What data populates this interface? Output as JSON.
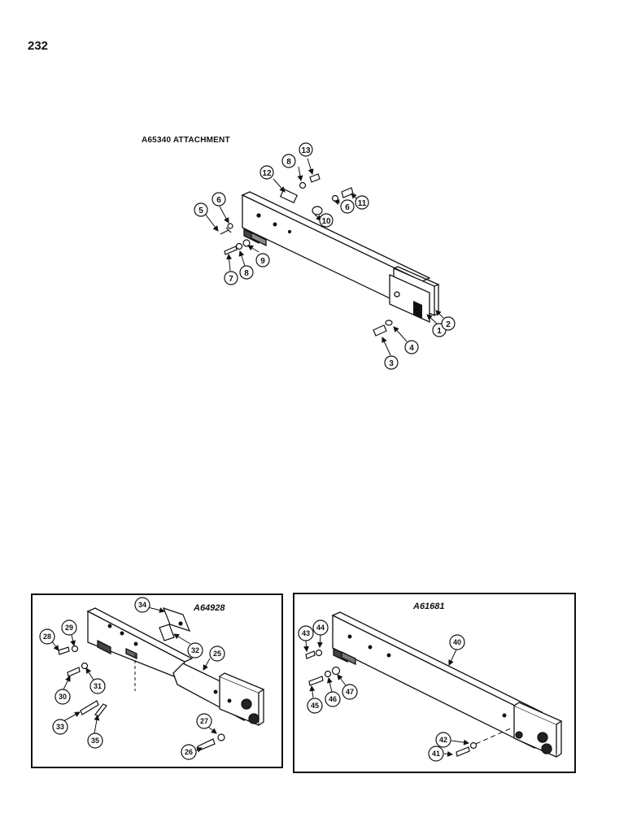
{
  "page_number": "232",
  "main_diagram": {
    "caption": "A65340 ATTACHMENT",
    "callouts": [
      "1",
      "2",
      "3",
      "4",
      "5",
      "6",
      "6",
      "7",
      "8",
      "8",
      "9",
      "10",
      "11",
      "12",
      "13"
    ]
  },
  "inset_left": {
    "title": "A64928",
    "callouts": [
      "25",
      "26",
      "27",
      "28",
      "29",
      "30",
      "31",
      "32",
      "33",
      "34",
      "35"
    ]
  },
  "inset_right": {
    "title": "A61681",
    "callouts": [
      "40",
      "41",
      "42",
      "43",
      "44",
      "45",
      "46",
      "47"
    ]
  }
}
